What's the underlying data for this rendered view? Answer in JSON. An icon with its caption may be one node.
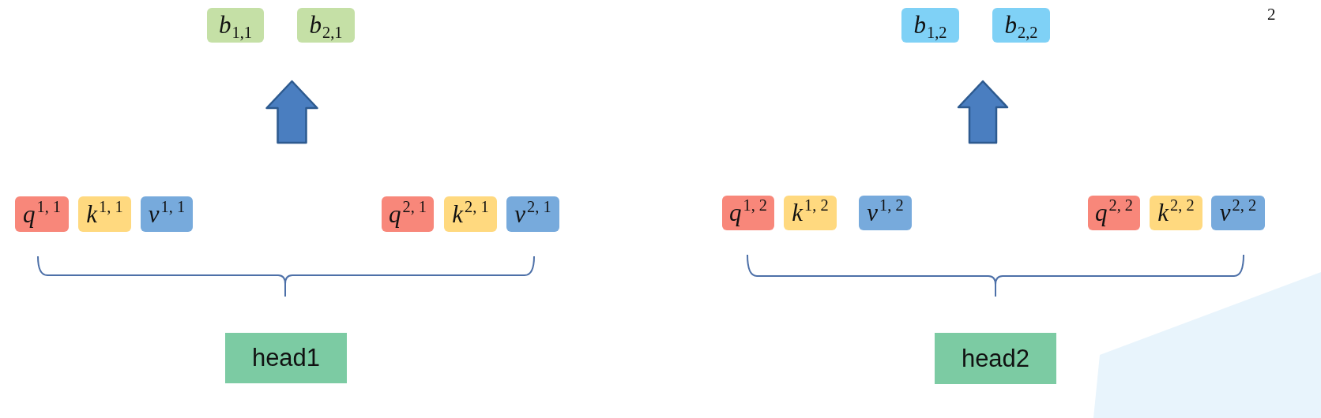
{
  "diagram": {
    "nodes": [
      {
        "text": [
          "*b*$_{1,1}$"
        ]
      },
      {
        "text": [
          "*b*$_{2,1}$"
        ]
      },
      {
        "text": [
          "*b*$_{1,2}$"
        ]
      },
      {
        "text": [
          "*b*$_{2,2}$"
        ]
      },
      {
        "text": [
          "*q*$^{1, 1}$"
        ]
      },
      {
        "text": [
          "*k*$^{1, 1}$"
        ]
      },
      {
        "text": [
          "*v*$^{1, 1}$"
        ]
      },
      {
        "text": [
          "*q*$^{2, 1}$"
        ]
      },
      {
        "text": [
          "*k*$^{2, 1}$"
        ]
      },
      {
        "text": [
          "*v*$^{2, 1}$"
        ]
      },
      {
        "text": [
          "*q*$^{1, 2}$"
        ]
      },
      {
        "text": [
          "*k*$^{1, 2}$"
        ]
      },
      {
        "text": [
          "*v*$^{1, 2}$"
        ]
      },
      {
        "text": [
          "*q*$^{2, 2}$"
        ]
      },
      {
        "text": [
          "*k*$^{2, 2}$"
        ]
      },
      {
        "text": [
          "*v*$^{2, 2}$"
        ]
      },
      {
        "text": [
          "head1"
        ]
      },
      {
        "text": [
          "head2"
        ]
      }
    ],
    "labels": [
      "2"
    ]
  }
}
